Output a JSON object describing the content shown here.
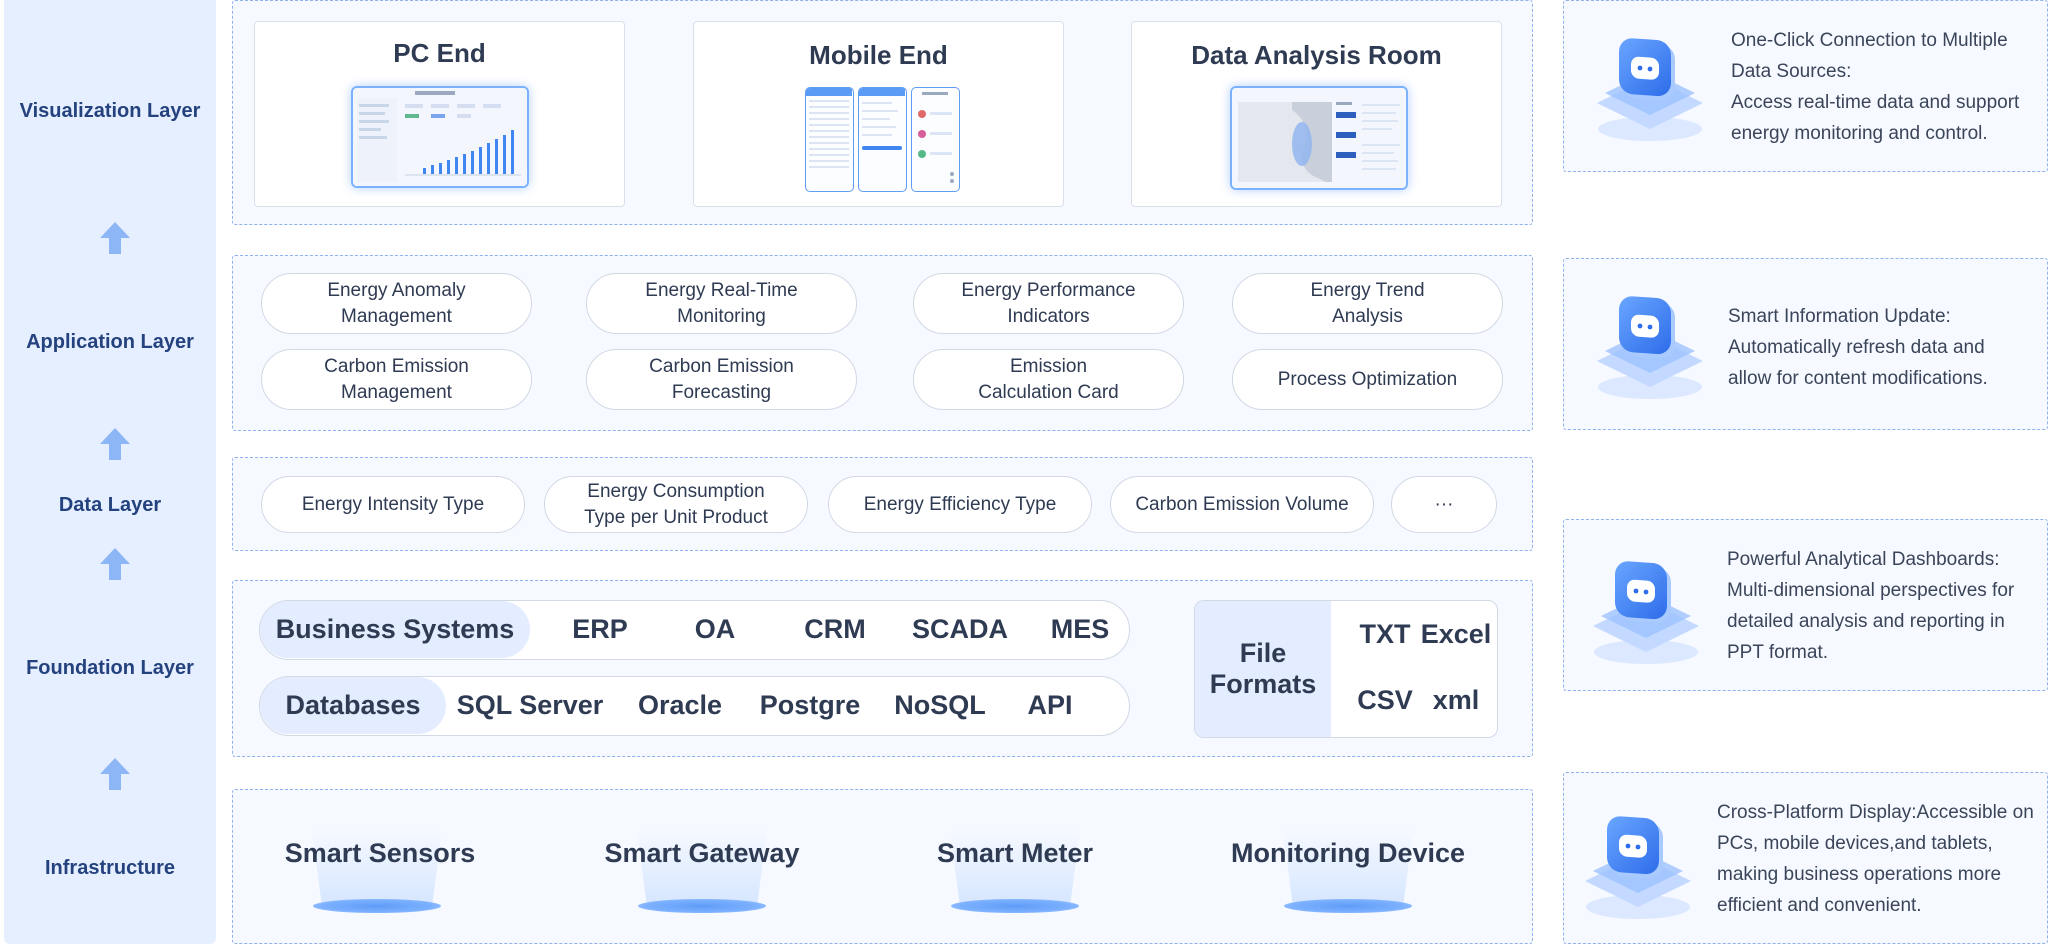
{
  "layers": {
    "visualization": "Visualization Layer",
    "application": "Application Layer",
    "data": "Data Layer",
    "foundation": "Foundation Layer",
    "infrastructure": "Infrastructure"
  },
  "visualization": {
    "pc_end": "PC End",
    "mobile_end": "Mobile End",
    "data_room": "Data Analysis Room"
  },
  "application": [
    [
      "Energy Anomaly",
      "Management"
    ],
    [
      "Energy Real-Time",
      "Monitoring"
    ],
    [
      "Energy Performance",
      "Indicators"
    ],
    [
      "Energy Trend",
      "Analysis"
    ],
    [
      "Carbon Emission",
      "Management"
    ],
    [
      "Carbon Emission",
      "Forecasting"
    ],
    [
      "Emission",
      "Calculation Card"
    ],
    [
      "Process Optimization",
      ""
    ]
  ],
  "data_layer": [
    [
      "Energy Intensity Type",
      ""
    ],
    [
      "Energy Consumption",
      "Type per Unit Product"
    ],
    [
      "Energy Efficiency Type",
      ""
    ],
    [
      "Carbon Emission Volume",
      ""
    ],
    [
      "···",
      ""
    ]
  ],
  "foundation": {
    "business_head": "Business Systems",
    "business": [
      "ERP",
      "OA",
      "CRM",
      "SCADA",
      "MES"
    ],
    "db_head": "Databases",
    "databases": [
      "SQL Server",
      "Oracle",
      "Postgre",
      "NoSQL",
      "API"
    ],
    "file_head": [
      "File",
      "Formats"
    ],
    "file_formats": [
      "TXT",
      "Excel",
      "CSV",
      "xml"
    ]
  },
  "infrastructure": [
    "Smart Sensors",
    "Smart Gateway",
    "Smart Meter",
    "Monitoring Device"
  ],
  "features": [
    [
      "One-Click Connection to Multiple",
      "Data Sources:",
      "Access real-time data and support",
      "energy monitoring and control."
    ],
    [
      "Smart Information Update:",
      "Automatically refresh data and",
      "allow for content modifications."
    ],
    [
      "Powerful Analytical Dashboards:",
      "Multi-dimensional perspectives for",
      "detailed analysis and reporting in",
      "PPT format."
    ],
    [
      "Cross-Platform Display:Accessible on",
      "PCs, mobile devices,and tablets,",
      "making business operations more",
      "efficient and convenient."
    ]
  ],
  "colors": {
    "accent": "#2f6fe8",
    "layer_bg": "#e6efff",
    "panel_border": "#8fb1ec",
    "label_dark": "#24427d"
  }
}
